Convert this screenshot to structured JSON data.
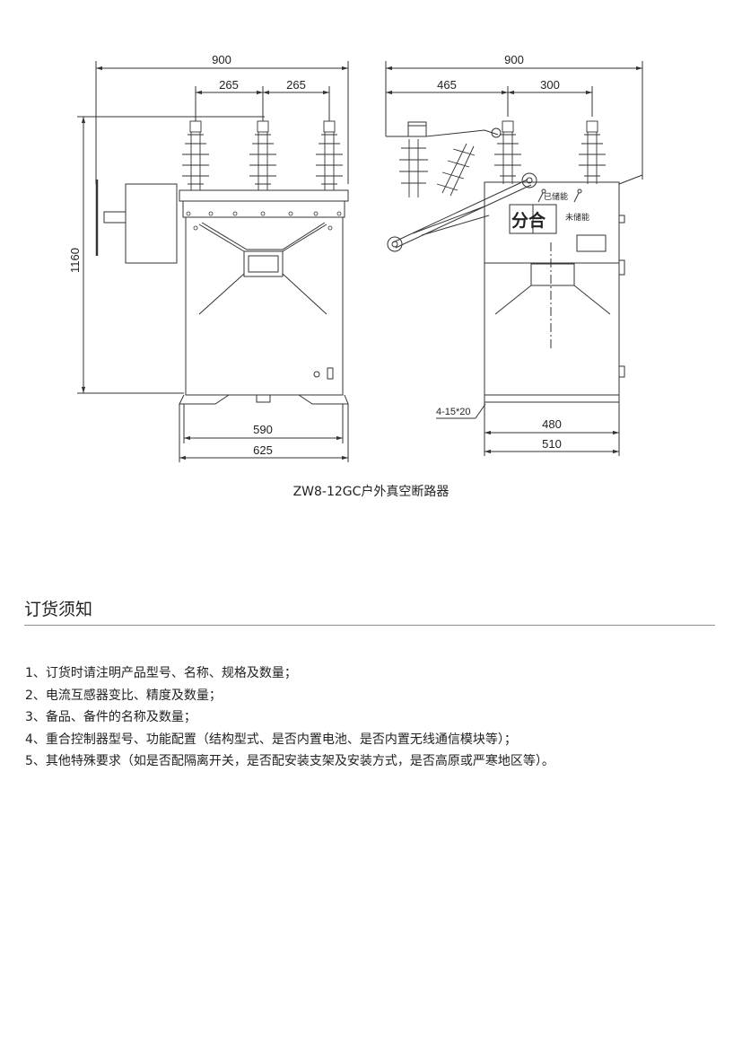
{
  "drawing": {
    "front": {
      "width_total": "900",
      "spacing_left": "265",
      "spacing_right": "265",
      "height": "1160",
      "base_inner": "590",
      "base_outer": "625"
    },
    "side": {
      "width_total": "900",
      "offset_left": "465",
      "offset_right": "300",
      "holes": "4-15*20",
      "base_inner": "480",
      "base_outer": "510",
      "panel_open_close": "分合",
      "label_stored": "已储能",
      "label_unstored": "未储能"
    }
  },
  "caption": "ZW8-12GC户外真空断路器",
  "ordering": {
    "title": "订货须知",
    "items": [
      "1、订货时请注明产品型号、名称、规格及数量；",
      "2、电流互感器变比、精度及数量；",
      "3、备品、备件的名称及数量；",
      "4、重合控制器型号、功能配置（结构型式、是否内置电池、是否内置无线通信模块等）；",
      "5、其他特殊要求（如是否配隔离开关，是否配安装支架及安装方式，是否高原或严寒地区等）。"
    ]
  }
}
